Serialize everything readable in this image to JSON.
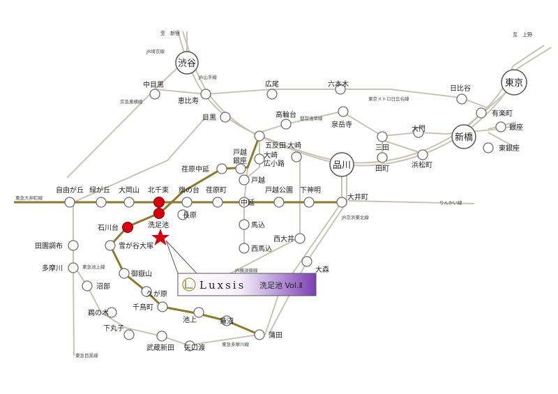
{
  "colors": {
    "line_gray": "#c9c3b6",
    "line_gold": "#8c7a2a",
    "station_fill": "#ffffff",
    "station_stroke": "#6e6e6e",
    "highlight": "#d7000f",
    "callout_gradient_start": "#ffffff",
    "callout_gradient_end": "#7b3fb3"
  },
  "directions": {
    "to_shinjuku": "至　新宿",
    "to_ueno": "至　上野"
  },
  "hubs": {
    "shibuya": "渋谷",
    "tokyo": "東京",
    "shinbashi": "新橋",
    "shinagawa": "品川"
  },
  "line_labels": {
    "jr_saikyo": "JR埼京線",
    "jr_yamanote": "JR山手線",
    "keikyu_toyoko": "京急東横線",
    "metro_hibiya": "東京メトロ日比谷線",
    "toei_asakusa": "都営浅草線",
    "tokyu_oimachi": "東急大井町線",
    "rinkai": "りんかい線",
    "jr_keihin_tohoku": "JR京浜東北線",
    "tokyu_ikegami": "東急池上線",
    "jr_yokosuka": "JR横須賀線",
    "tokyu_tamagawa": "東急多摩川線",
    "tokyu_meguro": "東急目黒線"
  },
  "stations": {
    "nakameguro": "中目黒",
    "ebisu": "恵比寿",
    "hiroo": "広尾",
    "roppongi": "六本木",
    "hibiya": "日比谷",
    "yurakucho": "有楽町",
    "ginza": "銀座",
    "higashiginza": "東銀座",
    "meguro": "目黒",
    "takanawadai": "高輪台",
    "sengakuji": "泉岳寺",
    "daimon": "大門",
    "mita": "三田",
    "hamamatsucho": "浜松町",
    "tamachi": "田町",
    "gotanda": "五反田",
    "togoshiginza": "戸越\n銀座",
    "osakihirokoji": "大崎\n広小路",
    "osaki": "大崎",
    "ebaranakanobu": "荏原中延",
    "jiyugaoka": "自由が丘",
    "midorigaoka": "緑が丘",
    "ookayama": "大岡山",
    "kitasenzoku": "北千束",
    "hatanodai": "旗の台",
    "ebaramachi": "荏原町",
    "nakanobu": "中延",
    "togoshikoen": "戸越公園",
    "shimoshinmei": "下神明",
    "oimachi": "大井町",
    "togoshi": "戸越",
    "ishikawadai": "石川台",
    "senzokuike": "洗足池",
    "nagahara": "長原",
    "magome": "馬込",
    "nishimagome": "西馬込",
    "nishioi": "西大井",
    "denenchofu": "田園調布",
    "yukigayaotsuka": "雪が谷大塚",
    "tamagawa": "多摩川",
    "ontakesan": "御嶽山",
    "numabe": "沼部",
    "kugahara": "久が原",
    "unoki": "鵜の木",
    "chidoricho": "千鳥町",
    "ikegami": "池上",
    "hasunuma": "蓮沼",
    "shimomaruko": "下丸子",
    "kamata": "蒲田",
    "musashinitta": "武蔵新田",
    "yaguchinowatashi": "矢口渡",
    "omori": "大森"
  },
  "callout": {
    "brand": "Luxsis",
    "property": "洗足池 Vol.Ⅱ",
    "logo_icon": "luxsis-logo-icon"
  },
  "marker": {
    "icon": "star-icon"
  }
}
